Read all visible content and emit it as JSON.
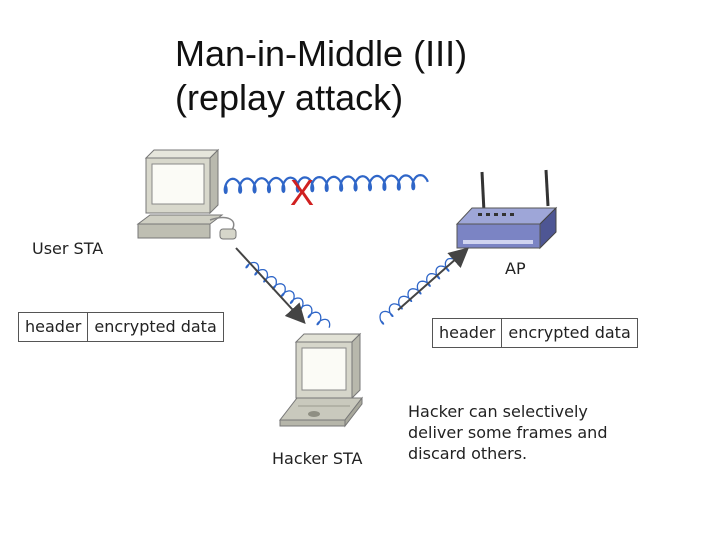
{
  "title": {
    "line1": "Man-in-Middle (III)",
    "line2": "(replay attack)"
  },
  "nodes": {
    "user_label": "User STA",
    "ap_label": "AP",
    "hacker_label": "Hacker STA"
  },
  "blocked_mark": "X",
  "packets": [
    {
      "header": "header",
      "payload": "encrypted data"
    },
    {
      "header": "header",
      "payload": "encrypted data"
    }
  ],
  "note": [
    "Hacker can selectively",
    "deliver some frames and",
    "discard others."
  ],
  "colors": {
    "wave": "#2f66c8",
    "blocked": "#d02020",
    "link_arrow": "#444444"
  }
}
